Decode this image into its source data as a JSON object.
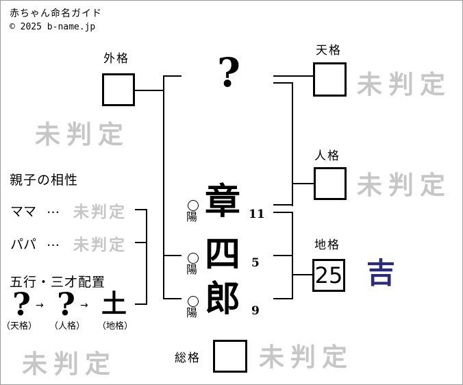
{
  "header": {
    "title": "赤ちゃん命名ガイド",
    "copyright": "© 2025 b-name.jp"
  },
  "surname": {
    "placeholder": "?"
  },
  "name_chars": [
    {
      "char": "章",
      "strokes": "11",
      "yinyang": "陽"
    },
    {
      "char": "四",
      "strokes": "5",
      "yinyang": "陽"
    },
    {
      "char": "郎",
      "strokes": "9",
      "yinyang": "陽"
    }
  ],
  "kaku": {
    "tenkaku": {
      "label": "天格",
      "result": "未判定"
    },
    "jinkaku": {
      "label": "人格",
      "result": "未判定"
    },
    "chikaku": {
      "label": "地格",
      "value": "25",
      "result": "吉"
    },
    "gaikaku": {
      "label": "外格",
      "result": "未判定"
    },
    "soukaku": {
      "label": "総格",
      "result": "未判定"
    }
  },
  "compatibility": {
    "heading": "親子の相性",
    "dots": "…",
    "mama": {
      "label": "ママ",
      "result": "未判定"
    },
    "papa": {
      "label": "パパ",
      "result": "未判定"
    }
  },
  "gogyou": {
    "heading": "五行・三才配置",
    "arrow": "→",
    "result": "未判定",
    "items": [
      {
        "symbol": "?",
        "label": "（天格）"
      },
      {
        "symbol": "?",
        "label": "（人格）"
      },
      {
        "symbol": "土",
        "label": "（地格）"
      }
    ]
  },
  "colors": {
    "good_result": "#2b2b7e",
    "watermark": "#c6c6c6"
  }
}
